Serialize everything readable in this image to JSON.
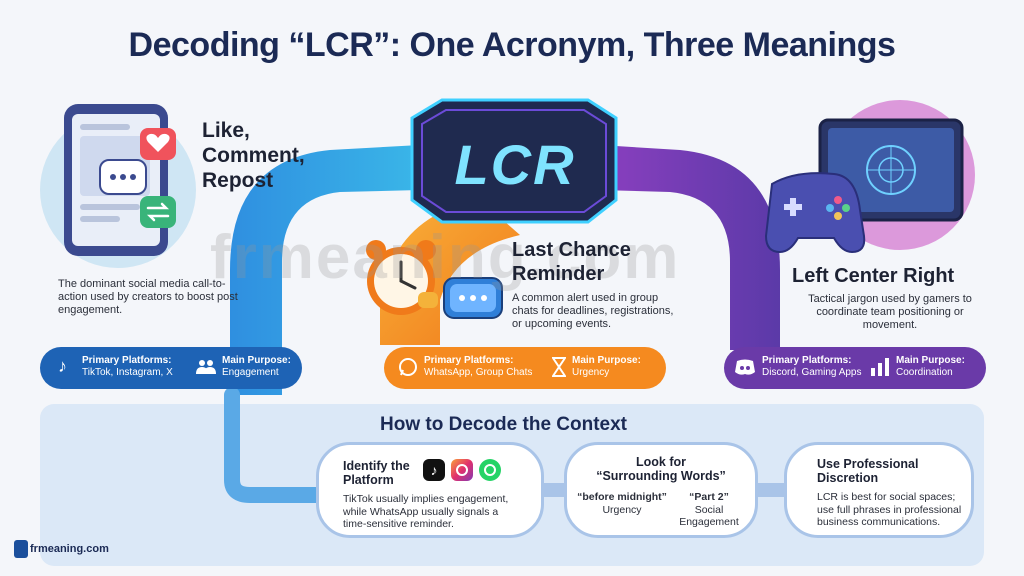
{
  "title": "Decoding “LCR”: One Acronym, Three Meanings",
  "logo_text": "LCR",
  "watermark": "frmeaning.com",
  "site_logo": "frmeaning.com",
  "meanings": [
    {
      "heading_lines": [
        "Like,",
        "Comment,",
        "Repost"
      ],
      "description": [
        "The dominant social media call-to-",
        "action used by creators to boost post",
        "engagement."
      ],
      "platforms_label": "Primary Platforms:",
      "platforms_value": "TikTok, Instagram, X",
      "purpose_label": "Main Purpose:",
      "purpose_value": "Engagement",
      "color": "#1e63b5"
    },
    {
      "heading_lines": [
        "Last Chance",
        "Reminder"
      ],
      "description": [
        "A common alert used in group",
        "chats for deadlines, registrations,",
        "or upcoming events."
      ],
      "platforms_label": "Primary Platforms:",
      "platforms_value": "WhatsApp, Group Chats",
      "purpose_label": "Main Purpose:",
      "purpose_value": "Urgency",
      "color": "#f58a1f"
    },
    {
      "heading_lines": [
        "Left Center Right"
      ],
      "description": [
        "Tactical jargon used by gamers to",
        "coordinate team positioning or",
        "movement."
      ],
      "platforms_label": "Primary Platforms:",
      "platforms_value": "Discord, Gaming Apps",
      "purpose_label": "Main Purpose:",
      "purpose_value": "Coordination",
      "color": "#6a3aa8"
    }
  ],
  "context": {
    "title": "How to Decode the Context",
    "steps": [
      {
        "heading_lines": [
          "Identify the",
          "Platform"
        ],
        "body": [
          "TikTok usually implies engagement,",
          "while WhatsApp usually signals a",
          "time-sensitive reminder."
        ]
      },
      {
        "heading_lines": [
          "Look for",
          "“Surrounding Words”"
        ],
        "examples": [
          {
            "phrase": "“before midnight”",
            "meaning_lines": [
              "Urgency"
            ]
          },
          {
            "phrase": "“Part 2”",
            "meaning_lines": [
              "Social",
              "Engagement"
            ]
          }
        ]
      },
      {
        "heading_lines": [
          "Use Professional",
          "Discretion"
        ],
        "body": [
          "LCR is best for social spaces;",
          "use full phrases in professional",
          "business communications."
        ]
      }
    ]
  }
}
